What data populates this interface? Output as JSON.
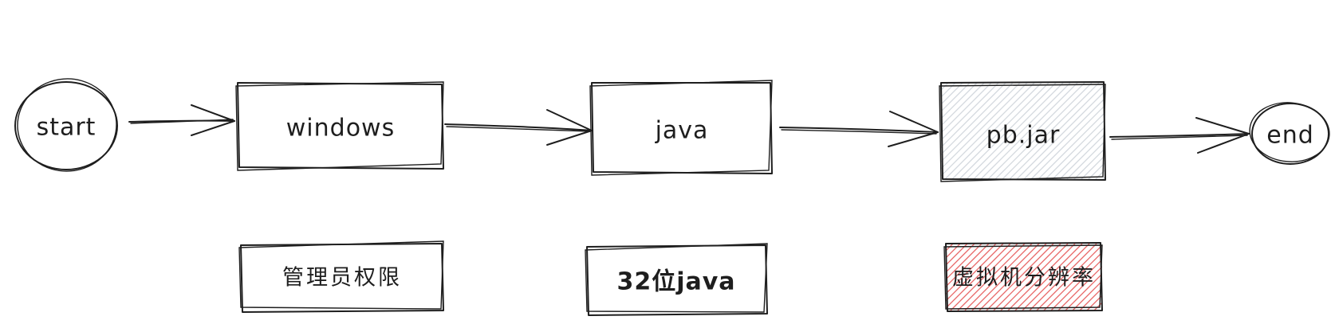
{
  "nodes": {
    "start": {
      "label": "start",
      "shape": "ellipse"
    },
    "windows": {
      "label": "windows",
      "shape": "rectangle"
    },
    "java": {
      "label": "java",
      "shape": "rectangle"
    },
    "pbjar": {
      "label": "pb.jar",
      "shape": "rectangle",
      "fill": "#ced4da",
      "fill_style": "hachure"
    },
    "end": {
      "label": "end",
      "shape": "ellipse"
    }
  },
  "notes": {
    "admin": {
      "label": "管理员权限"
    },
    "java32": {
      "label": "32位java"
    },
    "resolution": {
      "label": "虚拟机分辨率",
      "fill": "#e03131",
      "fill_style": "hachure"
    }
  },
  "edges": [
    {
      "from": "start",
      "to": "windows"
    },
    {
      "from": "windows",
      "to": "java"
    },
    {
      "from": "java",
      "to": "pbjar"
    },
    {
      "from": "pbjar",
      "to": "end"
    }
  ],
  "colors": {
    "stroke": "#1e1e1e",
    "gray_hatch": "#ced4da",
    "red_hatch": "#e03131",
    "background": "#ffffff"
  }
}
